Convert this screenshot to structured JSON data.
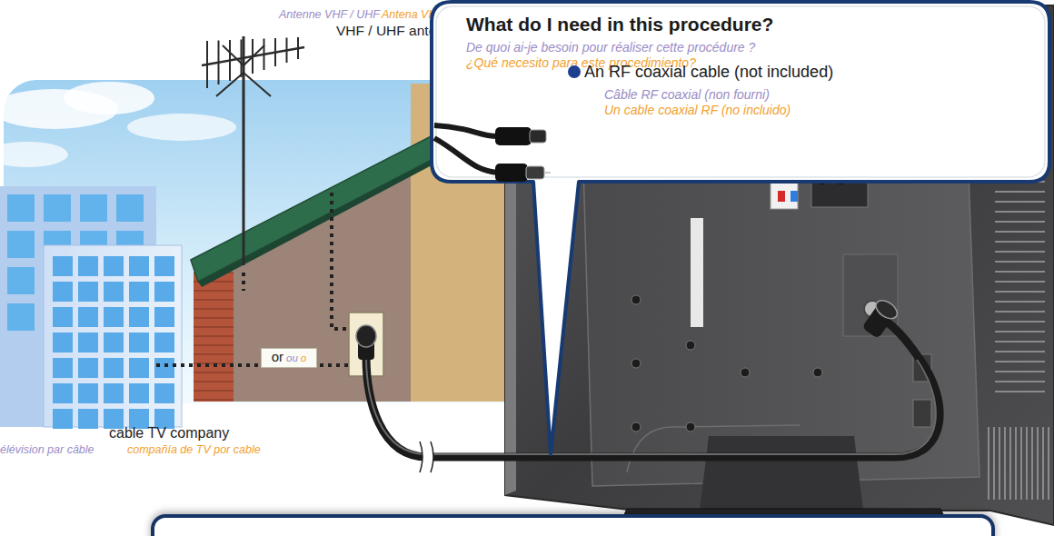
{
  "diagram": {
    "nodes": [
      {
        "text": [
          "What do I need in this procedure?",
          "De quoi ai-je besoin pour réaliser cette procédure ?",
          "¿Qué necesito para este procedimiento?",
          "An RF coaxial cable (not included)",
          "Câble RF coaxial (non fourni)",
          "Un cable coaxial RF (no incluido)"
        ]
      },
      {
        "text": [
          "or",
          "ou",
          "o"
        ]
      }
    ],
    "labels": [
      "Antenne VHF / UHF",
      "Antena VHF / UHF",
      "VHF / UHF antenna",
      "cable TV company",
      "élévision par câble",
      "compañía de TV por cable"
    ]
  }
}
